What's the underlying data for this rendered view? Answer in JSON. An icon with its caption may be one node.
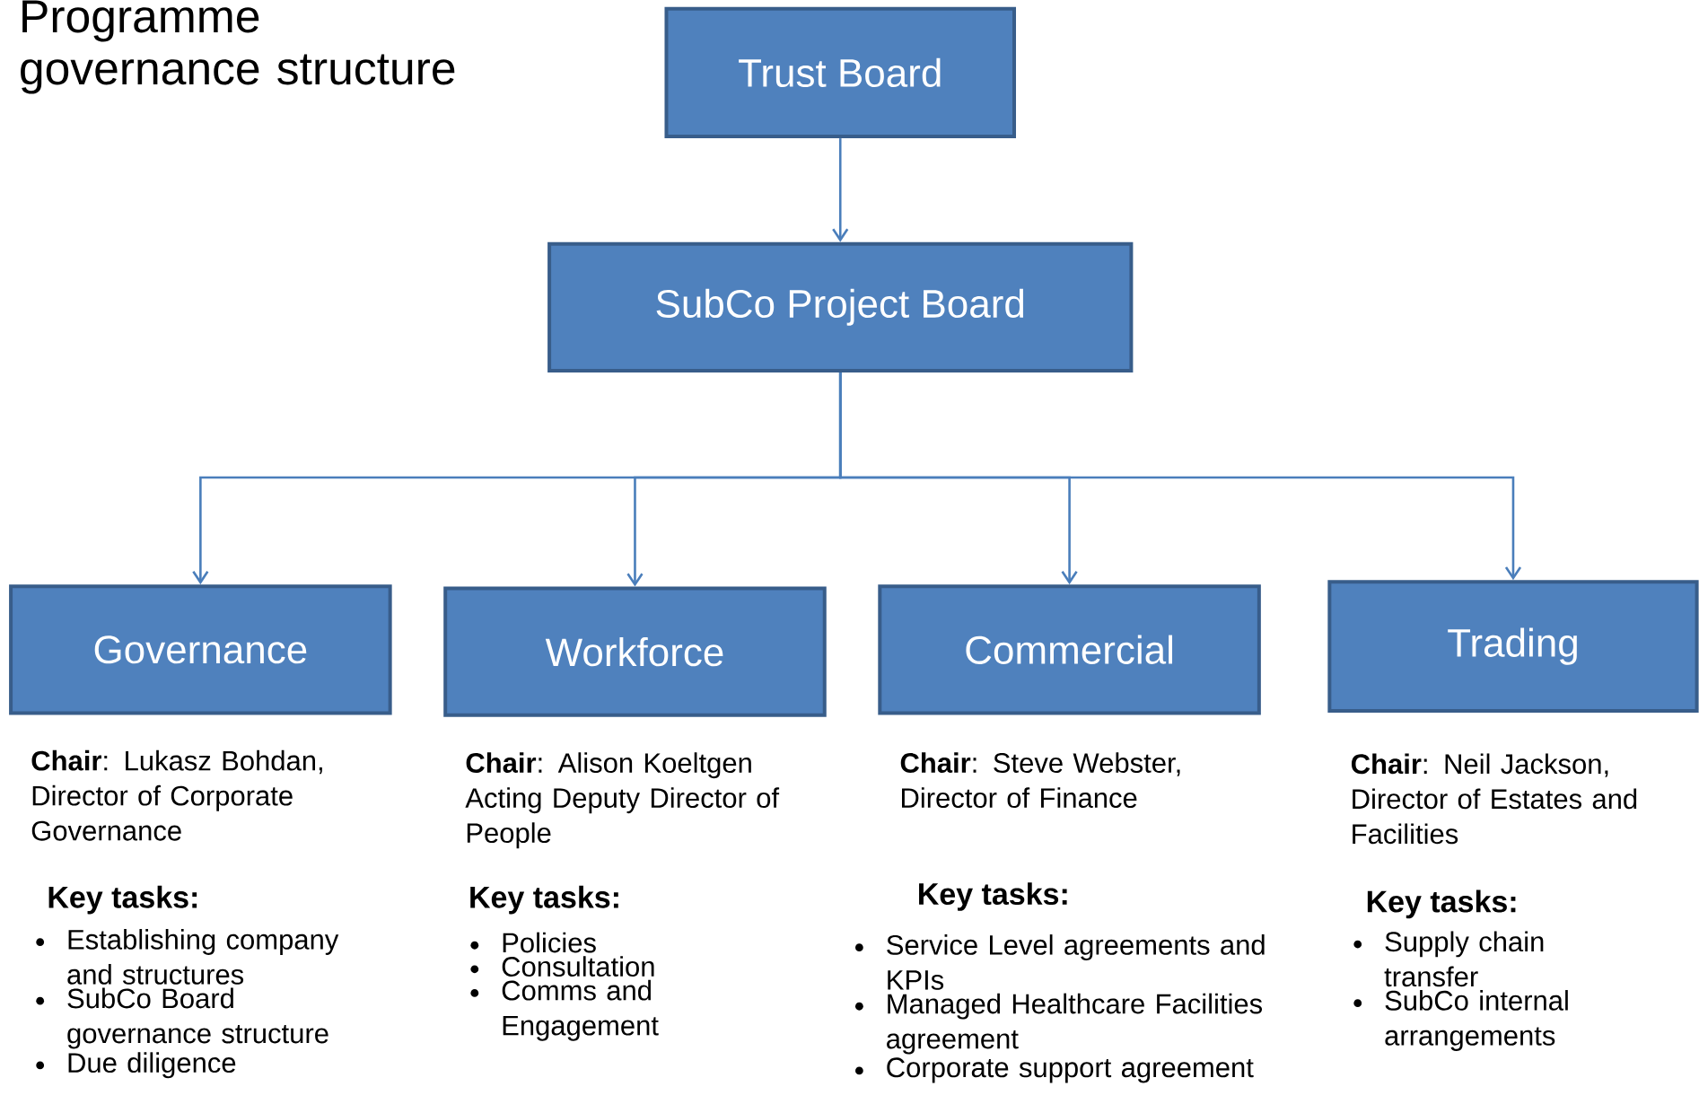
{
  "diagram": {
    "title": "Programme governance structure",
    "nodes": [
      {
        "text": [
          "Trust Board"
        ]
      },
      {
        "text": [
          "SubCo Project Board"
        ]
      },
      {
        "text": [
          "Governance"
        ],
        "beside": [
          "**Chair**: Lukasz Bohdan, Director of Corporate Governance",
          "Key tasks:",
          "Establishing company and structures",
          "SubCo Board governance structure",
          "Due diligence"
        ]
      },
      {
        "text": [
          "Workforce"
        ],
        "beside": [
          "**Chair**: Alison Koeltgen Acting Deputy Director of People",
          "Key tasks:",
          "Policies",
          "Consultation",
          "Comms and Engagement"
        ]
      },
      {
        "text": [
          "Commercial"
        ],
        "beside": [
          "**Chair**:  Steve Webster, Director of Finance",
          "Key tasks:",
          "Service Level agreements and KPIs",
          "Managed Healthcare Facilities agreement",
          "Corporate support agreement"
        ]
      },
      {
        "text": [
          "Trading"
        ],
        "beside": [
          "**Chair**: Neil Jackson, Director of Estates and Facilities",
          "Key tasks:",
          "Supply chain transfer",
          "SubCo internal arrangements"
        ]
      }
    ],
    "edges": [
      {
        "from": 0,
        "to": 1,
        "arrow": "to"
      },
      {
        "from": 1,
        "to": 2,
        "arrow": "to"
      },
      {
        "from": 1,
        "to": 3,
        "arrow": "to"
      },
      {
        "from": 1,
        "to": 4,
        "arrow": "to"
      },
      {
        "from": 1,
        "to": 5,
        "arrow": "to"
      }
    ]
  }
}
